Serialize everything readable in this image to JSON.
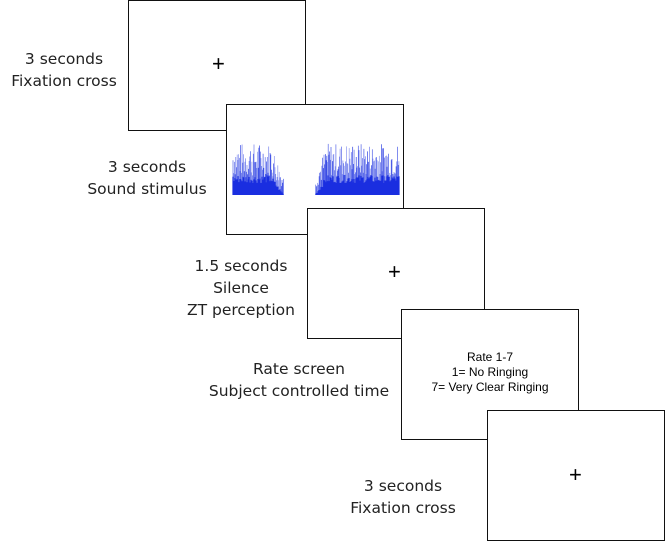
{
  "steps": [
    {
      "duration": "3 seconds",
      "lines": [
        "Fixation cross"
      ],
      "screen_symbol": "+"
    },
    {
      "duration": "3 seconds",
      "lines": [
        "Sound stimulus"
      ],
      "screen_symbol": "sound-waveform"
    },
    {
      "duration": "1.5 seconds",
      "lines": [
        "Silence",
        "ZT perception"
      ],
      "screen_symbol": "+"
    },
    {
      "duration": "Rate screen",
      "lines": [
        "Subject controlled time"
      ],
      "rate_text": [
        "Rate 1-7",
        "1= No Ringing",
        "7= Very Clear Ringing"
      ]
    },
    {
      "duration": "3 seconds",
      "lines": [
        "Fixation cross"
      ],
      "screen_symbol": "+"
    }
  ],
  "colors": {
    "waveform": "#1a2fe0",
    "border": "#111111"
  }
}
